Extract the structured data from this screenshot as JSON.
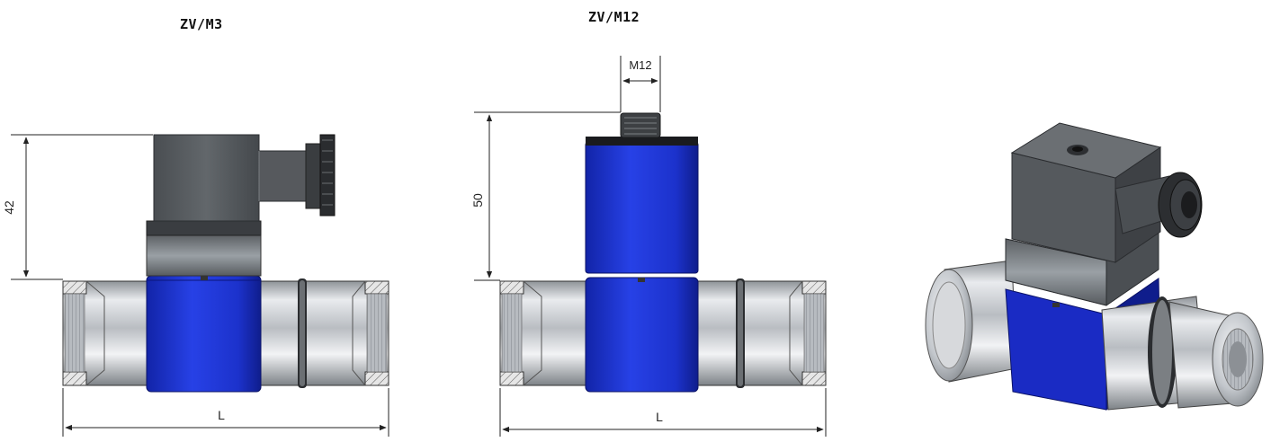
{
  "views": {
    "zv_m3": {
      "title": "ZV/M3",
      "height_dim": "42",
      "length_dim": "L"
    },
    "zv_m12": {
      "title": "ZV/M12",
      "height_dim": "50",
      "length_dim": "L",
      "connector_dim": "M12"
    }
  },
  "colors": {
    "body_blue": "#1c2fd0",
    "connector_gray": "#55595d",
    "metal": "#c9ccd0",
    "dimension_line": "#222222"
  }
}
